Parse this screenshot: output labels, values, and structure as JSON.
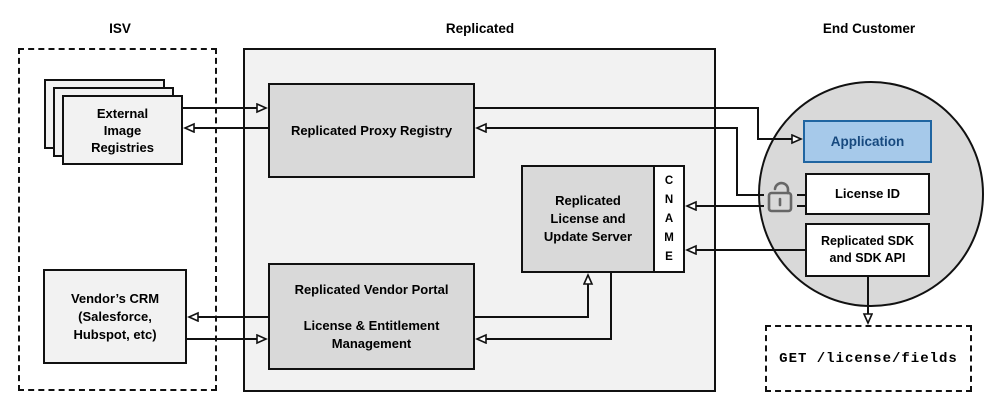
{
  "titles": {
    "isv": "ISV",
    "replicated": "Replicated",
    "end_customer": "End Customer"
  },
  "nodes": {
    "external_registries": {
      "line1": "External",
      "line2": "Image",
      "line3": "Registries"
    },
    "vendors_crm": {
      "line1": "Vendor’s CRM",
      "line2": "(Salesforce,",
      "line3": "Hubspot, etc)"
    },
    "proxy_registry": {
      "label": "Replicated Proxy Registry"
    },
    "license_update_server": {
      "line1": "Replicated",
      "line2": "License and",
      "line3": "Update Server"
    },
    "cname": {
      "l1": "C",
      "l2": "N",
      "l3": "A",
      "l4": "M",
      "l5": "E"
    },
    "vendor_portal": {
      "title": "Replicated Vendor Portal",
      "sub1": "License & Entitlement",
      "sub2": "Management"
    },
    "application": {
      "label": "Application"
    },
    "license_id": {
      "label": "License ID"
    },
    "replicated_sdk": {
      "line1": "Replicated SDK",
      "line2": "and SDK API"
    },
    "get_endpoint": {
      "label": "GET /license/fields"
    }
  },
  "icons": {
    "unlock": "unlock-icon (open padlock next to License ID)"
  },
  "connections": [
    {
      "from": "external_registries",
      "to": "proxy_registry"
    },
    {
      "from": "proxy_registry",
      "to": "external_registries"
    },
    {
      "from": "proxy_registry",
      "to": "application"
    },
    {
      "from": "license_id",
      "to": "proxy_registry"
    },
    {
      "from": "license_id",
      "to": "cname"
    },
    {
      "from": "replicated_sdk",
      "to": "cname"
    },
    {
      "from": "vendor_portal",
      "to": "license_update_server"
    },
    {
      "from": "license_update_server",
      "to": "vendor_portal"
    },
    {
      "from": "vendor_portal",
      "to": "vendors_crm"
    },
    {
      "from": "vendors_crm",
      "to": "vendor_portal"
    },
    {
      "from": "replicated_sdk",
      "to": "get_endpoint"
    }
  ],
  "colors": {
    "background": "#ffffff",
    "stroke": "#111111",
    "group_fill": "#f2f2f2",
    "node_fill_gray": "#d9d9d9",
    "node_fill_light": "#f2f2f2",
    "node_fill_white": "#ffffff",
    "application_fill": "#a6c9ea",
    "application_stroke": "#2065a1",
    "application_text": "#17497e",
    "lock_icon": "#676767"
  }
}
